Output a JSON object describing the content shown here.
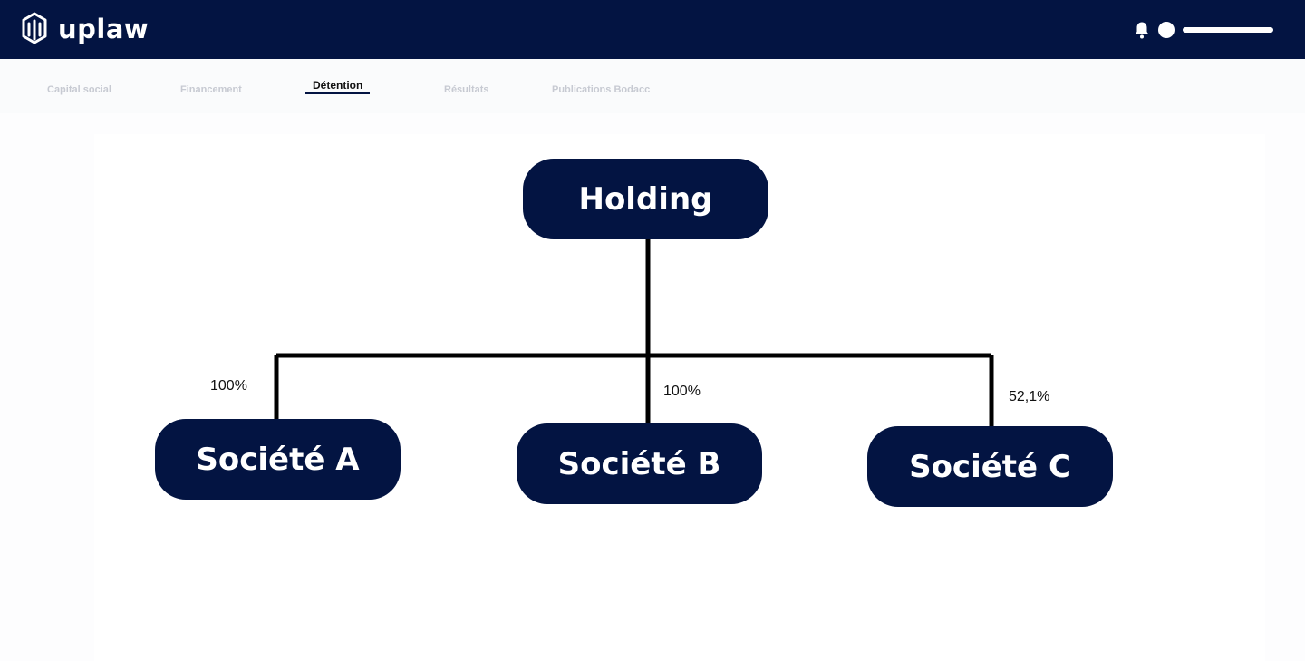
{
  "header": {
    "brand": "uplaw",
    "icons": [
      "logo-icon",
      "bell-icon",
      "avatar-icon"
    ],
    "background_color": "#031442"
  },
  "tabs": [
    {
      "label": "Capital social",
      "active": false
    },
    {
      "label": "Financement",
      "active": false
    },
    {
      "label": "Détention",
      "active": true
    },
    {
      "label": "Résultats",
      "active": false
    },
    {
      "label": "Publications Bodacc",
      "active": false
    }
  ],
  "org_chart": {
    "root": {
      "label": "Holding"
    },
    "children": [
      {
        "label": "Société A",
        "ownership": "100%"
      },
      {
        "label": "Société B",
        "ownership": "100%"
      },
      {
        "label": "Société C",
        "ownership": "52,1%"
      }
    ],
    "node_color": "#031442"
  }
}
